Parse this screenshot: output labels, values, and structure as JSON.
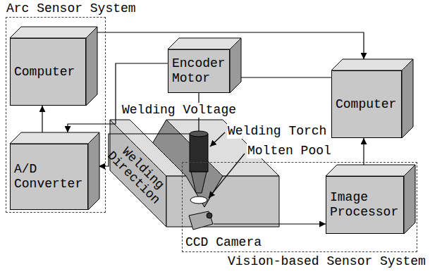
{
  "diagram": {
    "nodes": [
      {
        "text": [
          "Arc Sensor System"
        ]
      },
      {
        "text": [
          "Computer"
        ],
        "in": 0
      },
      {
        "text": [
          "A/D Converter"
        ],
        "in": 0
      },
      {
        "text": [
          "Encoder Motor"
        ]
      },
      {
        "text": [
          "Computer"
        ]
      },
      {
        "text": [
          "Vision-based Sensor System"
        ]
      },
      {
        "text": [
          "Image Processor"
        ],
        "in": 5
      }
    ],
    "edges": [
      {
        "from": 2,
        "to": 1,
        "arrow": "to"
      },
      {
        "from": 1,
        "to": 4,
        "arrow": "to"
      },
      {
        "from": 3,
        "to": 2,
        "arrow": "to"
      },
      {
        "from": 3,
        "to": 4,
        "arrow": "none"
      },
      {
        "from": 6,
        "to": 4,
        "arrow": "to"
      }
    ],
    "labels": [
      "Welding Voltage",
      "Welding Torch",
      "Molten Pool",
      "Welding Direction",
      "CCD Camera"
    ]
  }
}
